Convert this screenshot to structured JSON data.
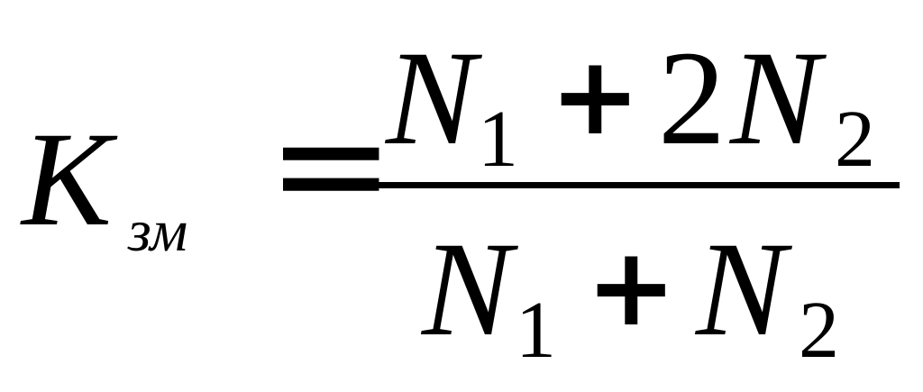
{
  "formula": {
    "lhs": {
      "symbol": "K",
      "subscript": "зм"
    },
    "relation": "=",
    "numerator": {
      "term1": {
        "symbol": "N",
        "subscript": "1"
      },
      "operator": "+",
      "coefficient": "2",
      "term2": {
        "symbol": "N",
        "subscript": "2"
      }
    },
    "denominator": {
      "term1": {
        "symbol": "N",
        "subscript": "1"
      },
      "operator": "+",
      "term2": {
        "symbol": "N",
        "subscript": "2"
      }
    }
  }
}
